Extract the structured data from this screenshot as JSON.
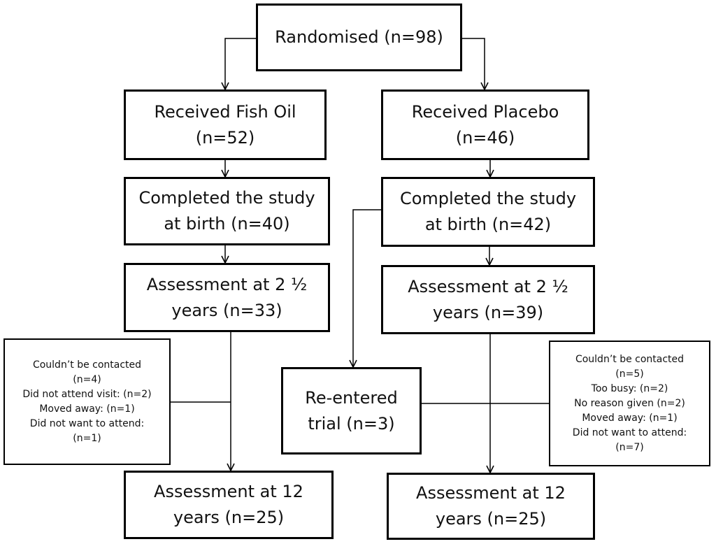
{
  "nodes": {
    "randomised": {
      "lines": [
        "Randomised (n=98)"
      ]
    },
    "fish_oil": {
      "lines": [
        "Received Fish Oil",
        "(n=52)"
      ]
    },
    "placebo": {
      "lines": [
        "Received Placebo",
        "(n=46)"
      ]
    },
    "fish_completed": {
      "lines": [
        "Completed the study",
        "at birth (n=40)"
      ]
    },
    "placebo_completed": {
      "lines": [
        "Completed the study",
        "at birth (n=42)"
      ]
    },
    "fish_assess_2_5": {
      "lines": [
        "Assessment at 2 ½",
        "years (n=33)"
      ]
    },
    "placebo_assess_2_5": {
      "lines": [
        "Assessment at 2 ½",
        "years (n=39)"
      ]
    },
    "fish_lost": {
      "lines": [
        "Couldn’t be contacted",
        "(n=4)",
        "Did not attend visit: (n=2)",
        "Moved away: (n=1)",
        "Did not want to attend:",
        "(n=1)"
      ]
    },
    "reentered": {
      "lines": [
        "Re-entered",
        "trial (n=3)"
      ]
    },
    "placebo_lost": {
      "lines": [
        "Couldn’t be contacted",
        "(n=5)",
        "Too busy:  (n=2)",
        "No reason given (n=2)",
        "Moved away: (n=1)",
        "Did not want to attend:",
        "(n=7)"
      ]
    },
    "fish_assess_12": {
      "lines": [
        "Assessment at 12",
        "years (n=25)"
      ]
    },
    "placebo_assess_12": {
      "lines": [
        "Assessment at 12",
        "years (n=25)"
      ]
    }
  }
}
